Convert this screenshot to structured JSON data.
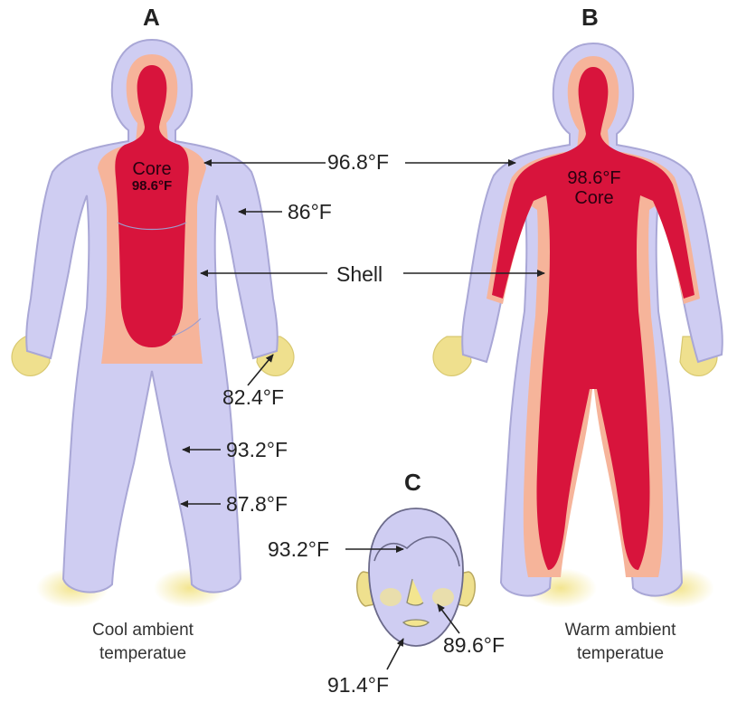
{
  "panels": {
    "a": "A",
    "b": "B",
    "c": "C"
  },
  "figure_a": {
    "core_label": "Core",
    "core_temp": "98.6°F",
    "caption_line1": "Cool ambient",
    "caption_line2": "temperatue"
  },
  "figure_b": {
    "core_temp": "98.6°F",
    "core_label": "Core",
    "caption_line1": "Warm ambient",
    "caption_line2": "temperatue"
  },
  "labels": {
    "upper_arm_shell": "96.8°F",
    "elbow": "86°F",
    "shell": "Shell",
    "hand": "82.4°F",
    "thigh": "93.2°F",
    "calf": "87.8°F"
  },
  "face_labels": {
    "forehead": "93.2°F",
    "cheek": "89.6°F",
    "chin": "91.4°F"
  },
  "colors": {
    "shell": "#cfcdf2",
    "outline": "#a9a7d6",
    "mid_layer": "#f6b49a",
    "core": "#d8143c",
    "hands_feet": "#efe08e",
    "arrow": "#222222"
  }
}
